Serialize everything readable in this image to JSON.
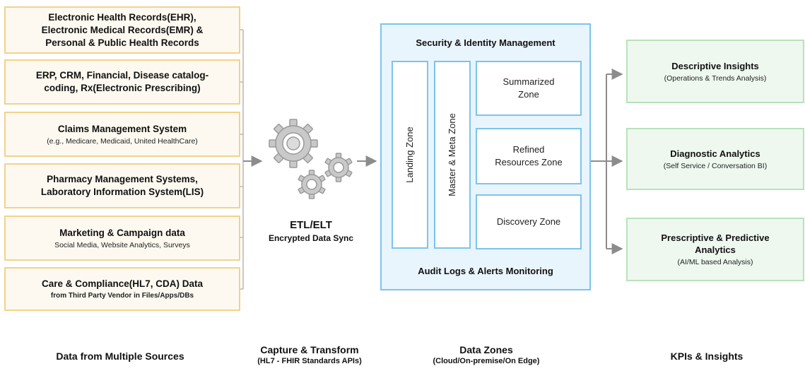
{
  "sources": [
    {
      "lines": [
        "Electronic Health Records(EHR),",
        "Electronic Medical Records(EMR) &",
        "Personal & Public Health Records"
      ],
      "note": "",
      "note_bold": false
    },
    {
      "lines": [
        "ERP, CRM, Financial, Disease catalog-",
        "coding, Rx(Electronic Prescribing)"
      ],
      "note": "",
      "note_bold": false
    },
    {
      "lines": [
        "Claims Management System"
      ],
      "note": "(e.g., Medicare, Medicaid, United HealthCare)",
      "note_bold": false
    },
    {
      "lines": [
        "Pharmacy Management Systems,",
        "Laboratory Information System(LIS)"
      ],
      "note": "",
      "note_bold": false
    },
    {
      "lines": [
        "Marketing & Campaign data"
      ],
      "note": "Social Media, Website Analytics, Surveys",
      "note_bold": false
    },
    {
      "lines": [
        "Care & Compliance(HL7, CDA) Data"
      ],
      "note": "from Third Party Vendor in  Files/Apps/DBs",
      "note_bold": true
    }
  ],
  "etl": {
    "title": "ETL/ELT",
    "subtitle": "Encrypted Data Sync",
    "icon": "gears-icon"
  },
  "zones": {
    "top_label": "Security & Identity Management",
    "bottom_label": "Audit Logs & Alerts Monitoring",
    "landing": "Landing Zone",
    "master": "Master & Meta Zone",
    "summarized": [
      "Summarized",
      "Zone"
    ],
    "refined": [
      "Refined",
      "Resources Zone"
    ],
    "discovery": "Discovery Zone"
  },
  "kpis": [
    {
      "title": [
        "Descriptive Insights"
      ],
      "note": "(Operations & Trends Analysis)"
    },
    {
      "title": [
        "Diagnostic Analytics"
      ],
      "note": "(Self Service / Conversation BI)"
    },
    {
      "title": [
        "Prescriptive & Predictive",
        "Analytics"
      ],
      "note": "(AI/ML based Analysis)"
    }
  ],
  "footer": [
    {
      "title": "Data from Multiple Sources",
      "sub": ""
    },
    {
      "title": "Capture & Transform",
      "sub": "(HL7 - FHIR Standards APIs)"
    },
    {
      "title": "Data Zones",
      "sub": "(Cloud/On-premise/On Edge)"
    },
    {
      "title": "KPIs & Insights",
      "sub": ""
    }
  ],
  "colors": {
    "source_border": "#f2d28c",
    "source_fill": "#fdf9f0",
    "zone_border": "#7cc4ec",
    "zone_fill": "#e9f5fd",
    "kpi_border": "#b8e2bb",
    "kpi_fill": "#eef8ef",
    "connector": "#8c8c8c"
  }
}
